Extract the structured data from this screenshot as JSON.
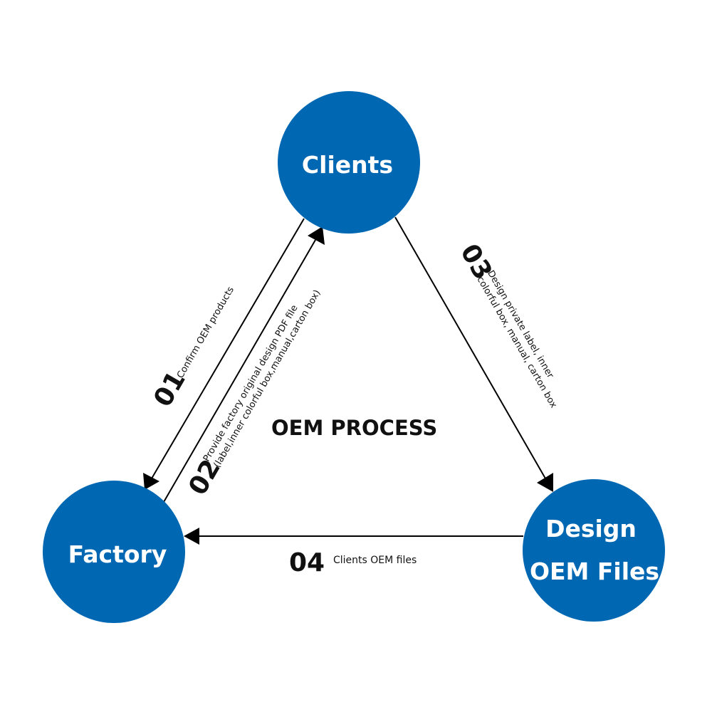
{
  "colors": {
    "node": "#0068b3",
    "line": "#000000",
    "text": "#111111"
  },
  "title": "OEM PROCESS",
  "nodes": {
    "clients": "Clients",
    "factory": "Factory",
    "design_line1": "Design",
    "design_line2": "OEM Files"
  },
  "steps": [
    {
      "number": "01",
      "lines": [
        "Confirm OEM products"
      ]
    },
    {
      "number": "02",
      "lines": [
        "Provide factory original design PDF file",
        "(label,inner colorful box,manual,carton box)"
      ]
    },
    {
      "number": "03",
      "lines": [
        "Design private label, inner",
        "colorful box, manual, carton box"
      ]
    },
    {
      "number": "04",
      "lines": [
        "Clients OEM files"
      ]
    }
  ]
}
